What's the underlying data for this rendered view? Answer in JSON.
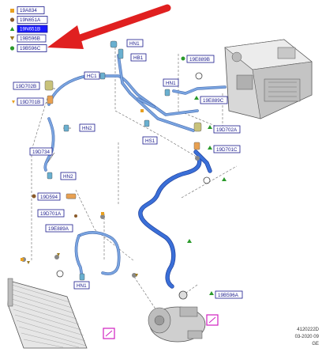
{
  "legend": {
    "items": [
      {
        "code": "19A834",
        "marker_color": "#e8a020",
        "marker": "square"
      },
      {
        "code": "19N651A",
        "marker_color": "#8a5a2a",
        "marker": "circle"
      },
      {
        "code": "19N651B",
        "marker_color": "#2a9a2a",
        "marker": "triangle",
        "highlighted": true
      },
      {
        "code": "19B596B",
        "marker_color": "#9a7a20",
        "marker": "triangle-down"
      },
      {
        "code": "19B596C",
        "marker_color": "#2a9a2a",
        "marker": "circle"
      }
    ]
  },
  "callouts": {
    "c19D702B": "19D702B",
    "c19D701B": "19D701B",
    "cHN1a": "HN1",
    "cHB1": "HB1",
    "cHC1": "HC1",
    "c19E889B": "19E889B",
    "cHN1b": "HN1",
    "c19E889C": "19E889C",
    "cHN2a": "HN2",
    "cHS1": "HS1",
    "c19D702A": "19D702A",
    "c19D701C": "19D701C",
    "c19D734": "19D734",
    "cHN2b": "HN2",
    "c19D594": "19D594",
    "c19D701A": "19D701A",
    "c19E889A": "19E889A",
    "cHN1c": "HN1",
    "c19B596A": "19B596A"
  },
  "footer": {
    "line1": "4120222D",
    "line2": "03-2020 09",
    "line3": "GE"
  },
  "colors": {
    "label_blue": "#1a1a8c",
    "highlight_blue": "#1a1aff",
    "hose_blue": "#3a6fd8",
    "arrow_red": "#e02020",
    "part_magenta": "#d020c0"
  }
}
